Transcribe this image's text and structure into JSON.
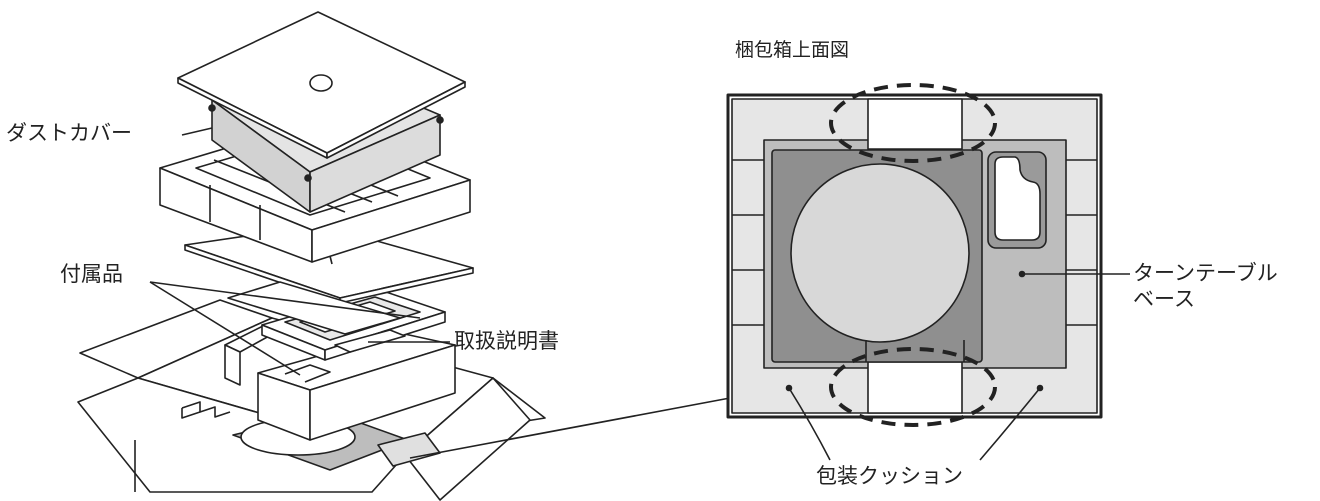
{
  "labels": {
    "dust_cover": "ダストカバー",
    "accessories": "付属品",
    "manual": "取扱説明書",
    "box_top_view": "梱包箱上面図",
    "turntable_base_line1": "ターンテーブル",
    "turntable_base_line2": "ベース",
    "cushion": "包装クッション"
  },
  "colors": {
    "line": "#222222",
    "light_gray": "#e6e6e6",
    "mid_gray": "#bdbdbd",
    "dark_gray": "#8f8f8f",
    "platter": "#d8d8d8",
    "white": "#ffffff"
  }
}
